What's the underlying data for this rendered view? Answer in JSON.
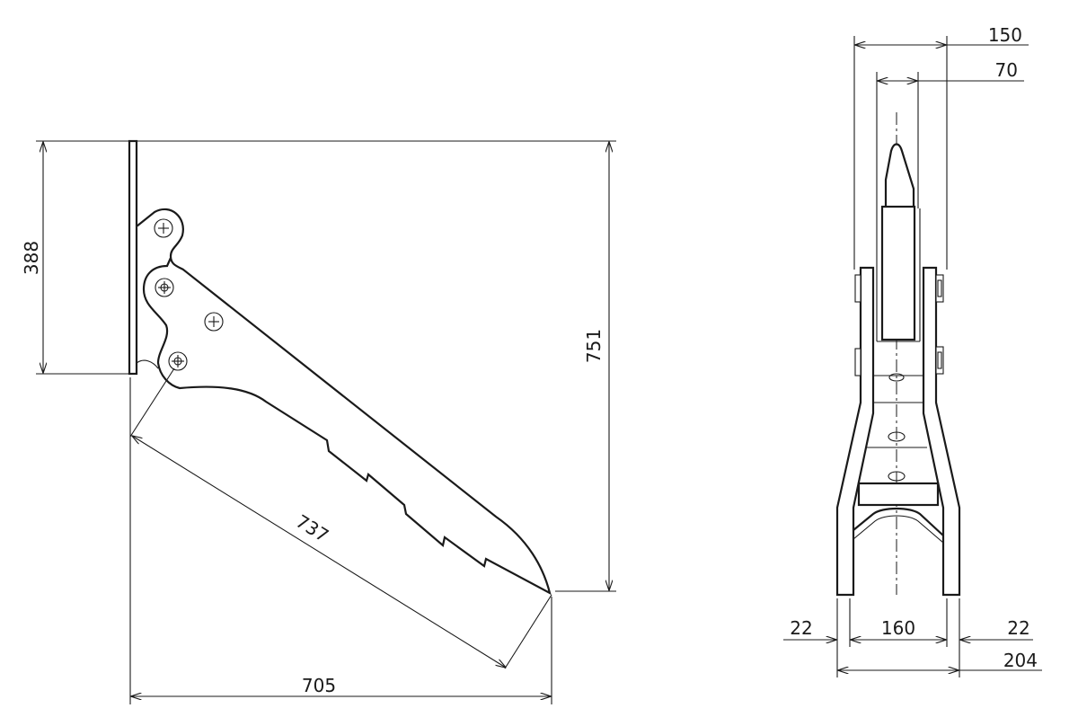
{
  "colors": {
    "line": "#1a1a1a",
    "background": "#ffffff"
  },
  "side_view": {
    "dimensions": {
      "height_plate": "388",
      "height_total": "751",
      "length_diagonal": "737",
      "length_horizontal": "705"
    }
  },
  "front_view": {
    "dimensions": {
      "width_top_outer": "150",
      "width_top_inner": "70",
      "flange_left": "22",
      "width_between": "160",
      "flange_right": "22",
      "width_total": "204"
    }
  }
}
